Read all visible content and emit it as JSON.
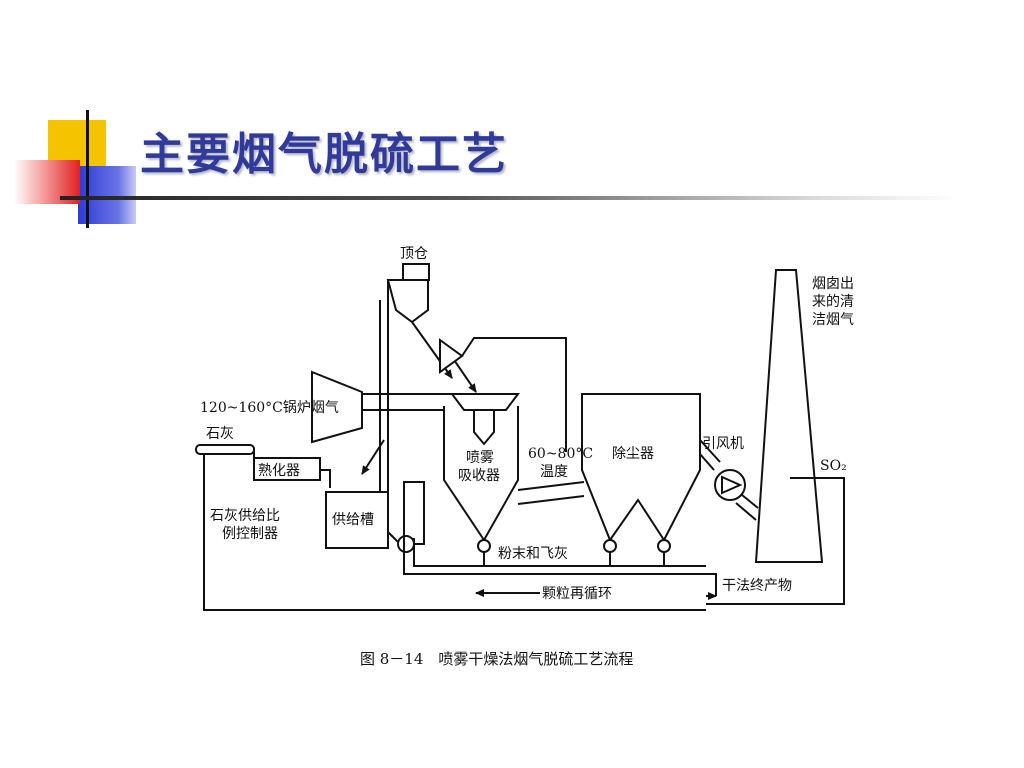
{
  "slide": {
    "title": "主要烟气脱硫工艺"
  },
  "diagram": {
    "labels": {
      "hopper": "顶仓",
      "boiler_flue": "120~160°C锅炉烟气",
      "lime": "石灰",
      "slaker": "熟化器",
      "feed_tank": "供给槽",
      "ratio_controller_1": "石灰供给比",
      "ratio_controller_2": "例控制器",
      "absorber_1": "喷雾",
      "absorber_2": "吸收器",
      "temp_1": "60~80°C",
      "temp_2": "温度",
      "dust_collector": "除尘器",
      "induced_fan": "引风机",
      "stack_1": "烟囱出",
      "stack_2": "来的清",
      "stack_3": "洁烟气",
      "so2": "SO₂",
      "powder_fly_ash": "粉末和飞灰",
      "recycle": "颗粒再循环",
      "dry_product": "干法终产物"
    },
    "caption": "图 8－14　喷雾干燥法烟气脱硫工艺流程"
  }
}
